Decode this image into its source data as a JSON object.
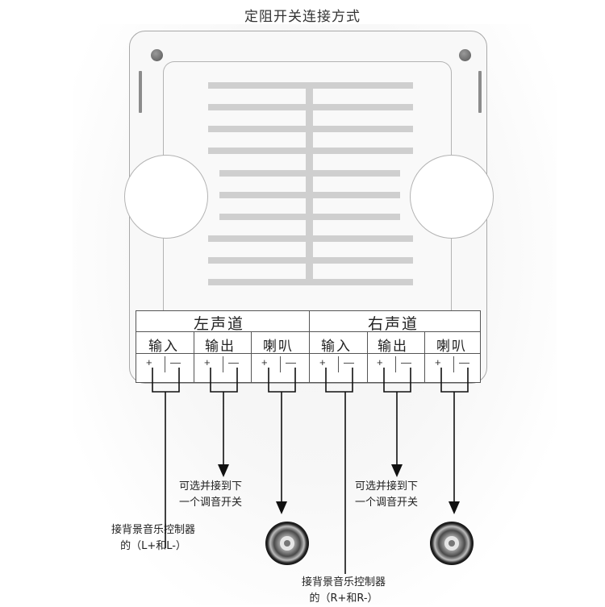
{
  "title": "定阻开关连接方式",
  "terminal": {
    "channels": [
      {
        "name": "左声道",
        "groups": [
          {
            "label": "输入",
            "plus": "+",
            "minus": "—"
          },
          {
            "label": "输出",
            "plus": "+",
            "minus": "—"
          },
          {
            "label": "喇叭",
            "plus": "+",
            "minus": "—"
          }
        ]
      },
      {
        "name": "右声道",
        "groups": [
          {
            "label": "输入",
            "plus": "+",
            "minus": "—"
          },
          {
            "label": "输出",
            "plus": "+",
            "minus": "—"
          },
          {
            "label": "喇叭",
            "plus": "+",
            "minus": "—"
          }
        ]
      }
    ]
  },
  "notes": {
    "left_input": {
      "line1": "接背景音乐控制器",
      "line2": "的（L+和L-）"
    },
    "left_output": {
      "line1": "可选并接到下",
      "line2": "一个调音开关"
    },
    "right_input": {
      "line1": "接背景音乐控制器",
      "line2": "的（R+和R-）"
    },
    "right_output": {
      "line1": "可选并接到下",
      "line2": "一个调音开关"
    }
  },
  "icons": {
    "speaker_left": "speaker-icon",
    "speaker_right": "speaker-icon"
  }
}
